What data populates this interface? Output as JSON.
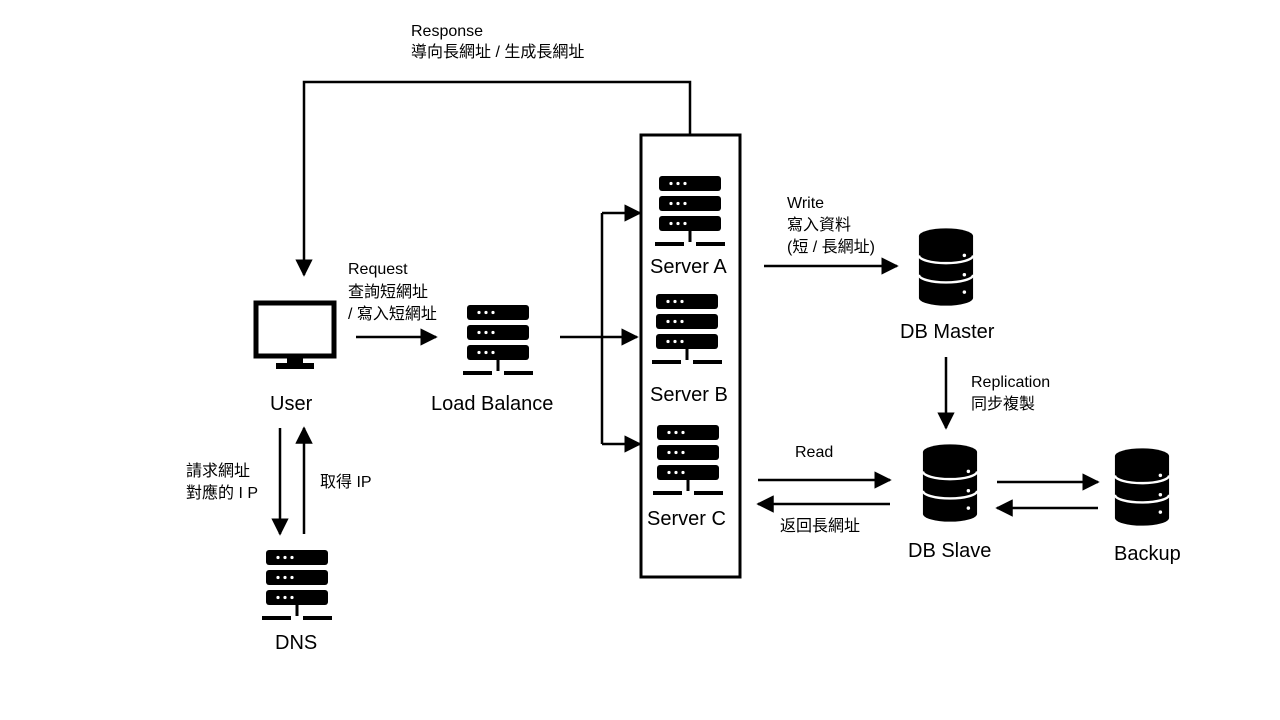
{
  "nodes": {
    "user": "User",
    "load_balance": "Load Balance",
    "server_a": "Server A",
    "server_b": "Server B",
    "server_c": "Server C",
    "db_master": "DB Master",
    "db_slave": "DB Slave",
    "backup": "Backup",
    "dns": "DNS"
  },
  "edges": {
    "response": {
      "line1": "Response",
      "line2": "導向長網址 / 生成長網址"
    },
    "request": {
      "line1": "Request",
      "line2": "查詢短網址",
      "line3": "/ 寫入短網址"
    },
    "write": {
      "line1": "Write",
      "line2": "寫入資料",
      "line3": "(短 / 長網址)"
    },
    "replication": {
      "line1": "Replication",
      "line2": "同步複製"
    },
    "read": "Read",
    "read_return": "返回長網址",
    "dns_request": {
      "line1": "請求網址",
      "line2": "對應的 I P"
    },
    "dns_reply": "取得 IP"
  },
  "icons": {
    "user": "monitor-icon",
    "load_balance": "server-icon",
    "servers": "server-icon",
    "dns": "server-icon",
    "databases": "database-icon"
  },
  "colors": {
    "ink": "#000000",
    "background": "#ffffff"
  }
}
